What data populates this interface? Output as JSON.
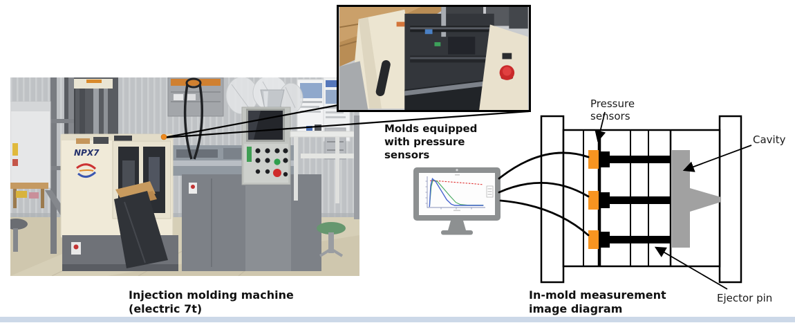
{
  "figure": {
    "machine_photo": {
      "caption": "Injection molding machine\n(electric 7t)",
      "machine_model": "NPX7"
    },
    "inset_photo": {
      "name": "mold-area-closeup-photo"
    },
    "molds_label": "Molds equipped\nwith pressure\nsensors",
    "monitor": {
      "frame_color": "#8D9091"
    },
    "diagram": {
      "caption": "In-mold measurement\nimage diagram",
      "labels": {
        "pressure_sensors": "Pressure\nsensors",
        "cavity": "Cavity",
        "ejector_pin": "Ejector pin"
      },
      "colors": {
        "sensor_orange": "#F79420",
        "cavity_gray": "#A1A1A1"
      }
    },
    "footer_strip_color": "#CCD8E8"
  },
  "chart_data": {
    "type": "line",
    "title": "",
    "xlabel": "time",
    "ylabel": "pressure",
    "context": "miniature in-mold pressure curves displayed on the monitor icon",
    "normalized": true,
    "grid": false,
    "legend_position": "right",
    "series": [
      {
        "name": "sensor-red-dashed",
        "color": "#E03030",
        "style": "dashed",
        "width": 1.1,
        "points": [
          [
            0.05,
            0.9
          ],
          [
            0.2,
            0.89
          ],
          [
            0.4,
            0.86
          ],
          [
            0.6,
            0.83
          ],
          [
            0.8,
            0.8
          ],
          [
            0.98,
            0.77
          ]
        ]
      },
      {
        "name": "sensor-green",
        "color": "#44A75C",
        "style": "solid",
        "width": 1.1,
        "points": [
          [
            0.04,
            0.02
          ],
          [
            0.07,
            0.7
          ],
          [
            0.1,
            0.94
          ],
          [
            0.18,
            0.87
          ],
          [
            0.28,
            0.65
          ],
          [
            0.4,
            0.38
          ],
          [
            0.5,
            0.17
          ],
          [
            0.58,
            0.1
          ],
          [
            0.7,
            0.08
          ],
          [
            0.98,
            0.08
          ]
        ]
      },
      {
        "name": "sensor-blue",
        "color": "#4A66D0",
        "style": "solid",
        "width": 1.4,
        "points": [
          [
            0.04,
            0.02
          ],
          [
            0.06,
            0.75
          ],
          [
            0.09,
            0.97
          ],
          [
            0.15,
            0.86
          ],
          [
            0.24,
            0.58
          ],
          [
            0.34,
            0.26
          ],
          [
            0.42,
            0.11
          ],
          [
            0.48,
            0.07
          ],
          [
            0.98,
            0.07
          ]
        ]
      }
    ]
  }
}
